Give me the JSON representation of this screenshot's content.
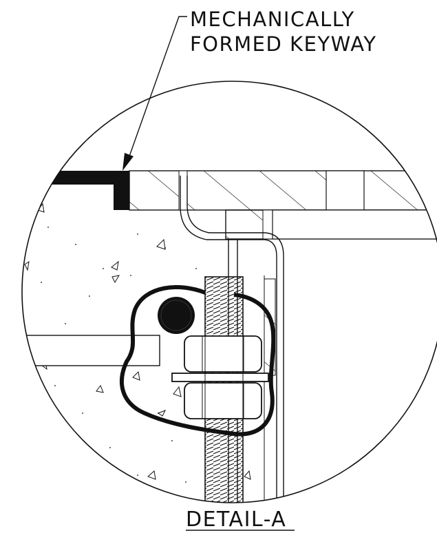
{
  "callout": {
    "line1": "MECHANICALLY",
    "line2": "FORMED KEYWAY"
  },
  "title": "DETAIL-A"
}
